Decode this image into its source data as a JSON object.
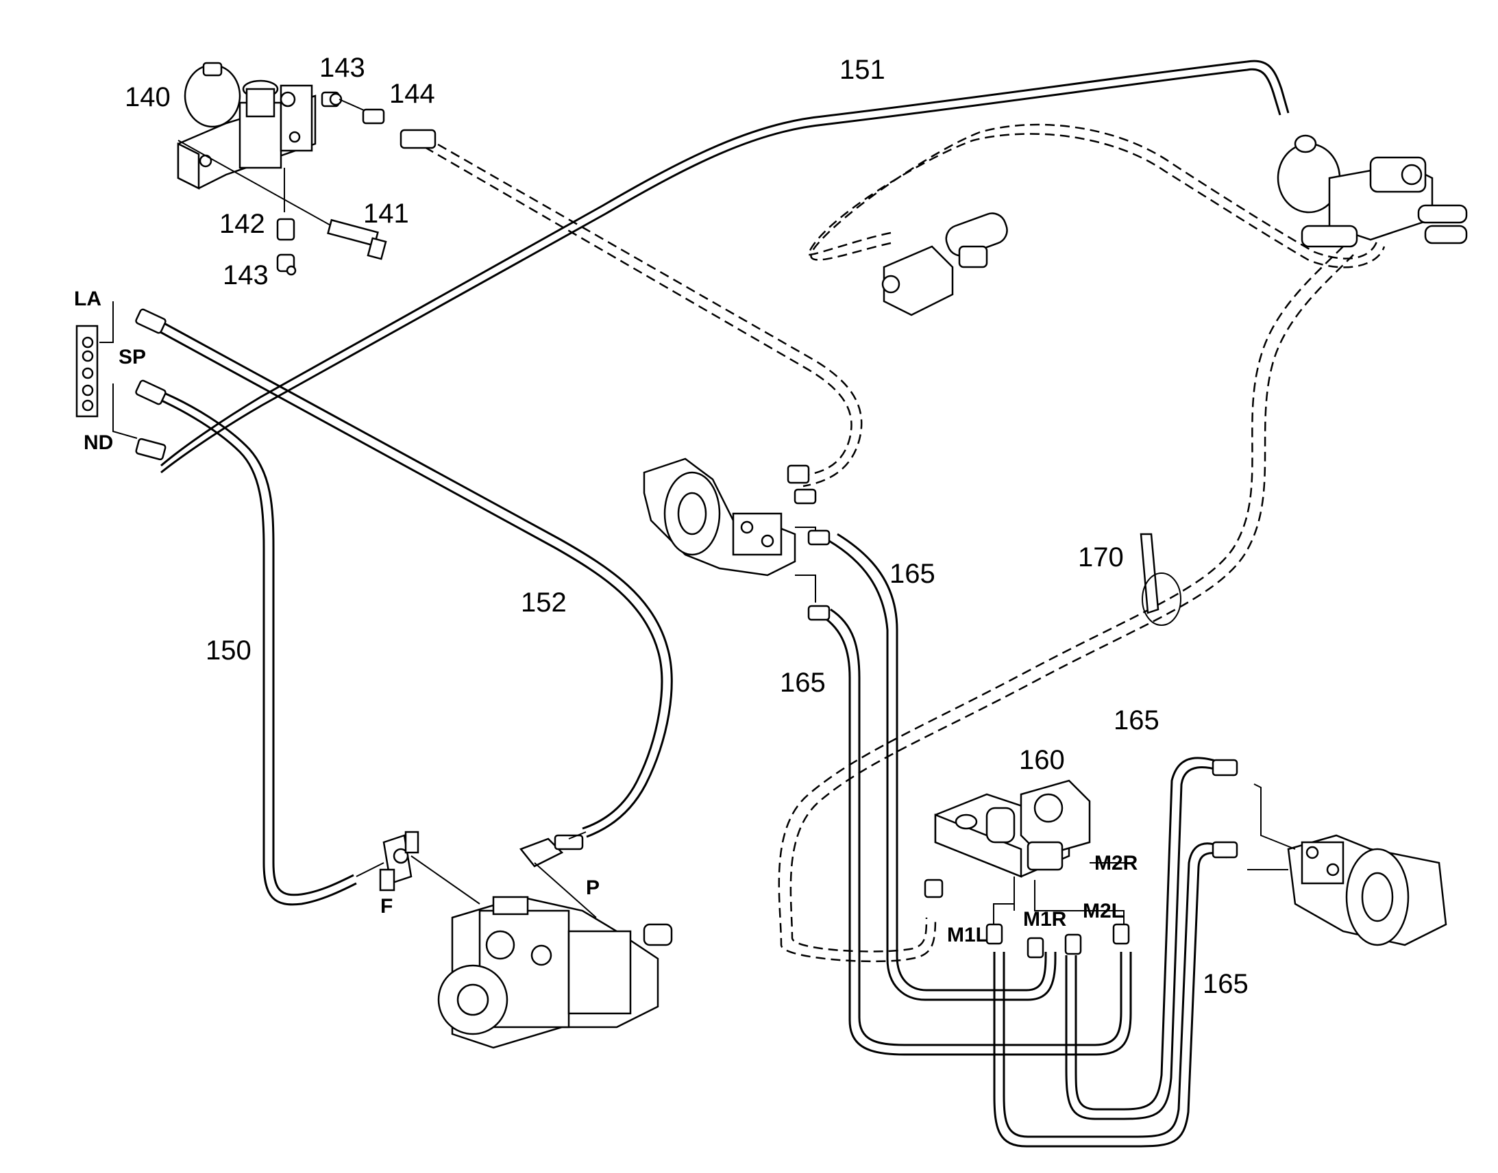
{
  "labels": {
    "p140": "140",
    "p141": "141",
    "p142": "142",
    "p143a": "143",
    "p143b": "143",
    "p144": "144",
    "p150": "150",
    "p151": "151",
    "p152": "152",
    "p160": "160",
    "p165a": "165",
    "p165b": "165",
    "p165c": "165",
    "p165d": "165",
    "p170": "170"
  },
  "ports": {
    "la": "LA",
    "sp": "SP",
    "nd": "ND",
    "f": "F",
    "p": "P",
    "m1l": "M1L",
    "m1r": "M1R",
    "m2l": "M2L",
    "m2r": "M2R"
  }
}
